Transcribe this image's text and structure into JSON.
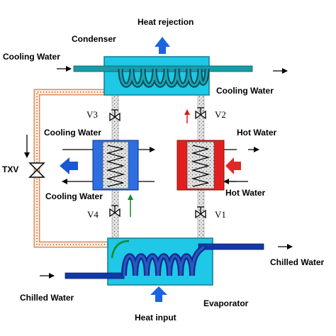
{
  "labels": {
    "heat_rejection": "Heat rejection",
    "condenser": "Condenser",
    "cooling_water_in": "Cooling Water",
    "cooling_water_out": "Cooling Water",
    "cooling_water_left_top": "Cooling Water",
    "cooling_water_left_bottom": "Cooling Water",
    "hot_water_top": "Hot Water",
    "hot_water_bottom": "Hot Water",
    "txv": "TXV",
    "v1": "V1",
    "v2": "V2",
    "v3": "V3",
    "v4": "V4",
    "chilled_water_out": "Chilled Water",
    "chilled_water_in": "Chilled Water",
    "evaporator": "Evaporator",
    "heat_input": "Heat input"
  },
  "colors": {
    "tank": "#1ec8e6",
    "coil_dark": "#0a4e58",
    "coil_light": "#1aa3b3",
    "pipe_main": "#1b9aa8",
    "evap_coil_dark": "#0b2c88",
    "evap_coil_light": "#2a57c6",
    "evap_pipe": "#1238a8",
    "cold_bed": "#2d6ee0",
    "hot_bed": "#e02020",
    "heat_arrow": "#1a64e0",
    "cold_arrow": "#1a56d8",
    "hot_arrow": "#e02828",
    "refrigerant_line": "#d89060",
    "green_coil": "#0a8c2a"
  }
}
